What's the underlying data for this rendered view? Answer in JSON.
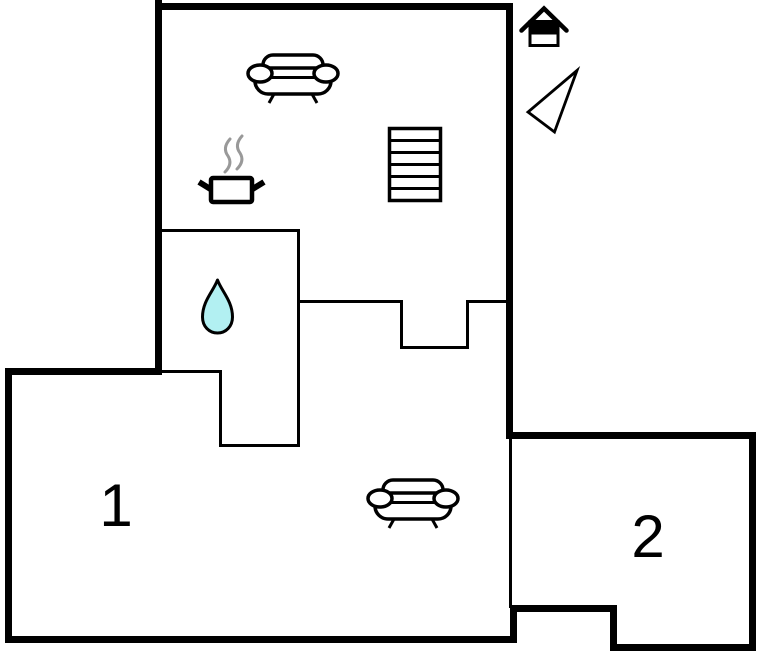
{
  "floorplan": {
    "kind": "apartment-floor-plan",
    "rooms": [
      {
        "label": "1"
      },
      {
        "label": "2"
      }
    ],
    "icons": [
      {
        "name": "sofa-icon",
        "area": "upper-room"
      },
      {
        "name": "cooking-pot-icon",
        "area": "upper-room"
      },
      {
        "name": "stairs-icon",
        "area": "upper-room"
      },
      {
        "name": "water-drop-icon",
        "area": "inner-room"
      },
      {
        "name": "house-icon",
        "area": "legend-top-right"
      },
      {
        "name": "north-arrow-icon",
        "area": "legend-top-right"
      },
      {
        "name": "sofa-icon",
        "area": "lower-hall"
      }
    ],
    "colors": {
      "wall": "#000000",
      "background": "#ffffff",
      "water_drop_fill": "#b2f0f2",
      "water_drop_stroke": "#000000",
      "steam": "#999999"
    }
  }
}
